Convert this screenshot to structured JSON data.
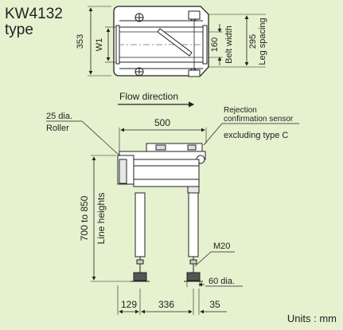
{
  "title": {
    "line1": "KW4132",
    "line2": "type"
  },
  "top_view": {
    "dim_353": "353",
    "dim_w1": "W1",
    "dim_160": "160",
    "belt_width": "Belt width",
    "dim_295": "295",
    "leg_spacing": "Leg spacing"
  },
  "flow_direction": "Flow direction",
  "side_view": {
    "roller_dia": "25 dia.",
    "roller": "Roller",
    "dim_500": "500",
    "rejection_sensor_line1": "Rejection",
    "rejection_sensor_line2": "confirmation sensor",
    "excluding": "excluding type C",
    "line_heights_range": "700 to 850",
    "line_heights": "Line heights",
    "m20": "M20",
    "foot_dia": "60 dia.",
    "dim_129": "129",
    "dim_336": "336",
    "dim_35": "35"
  },
  "units": "Units : mm"
}
